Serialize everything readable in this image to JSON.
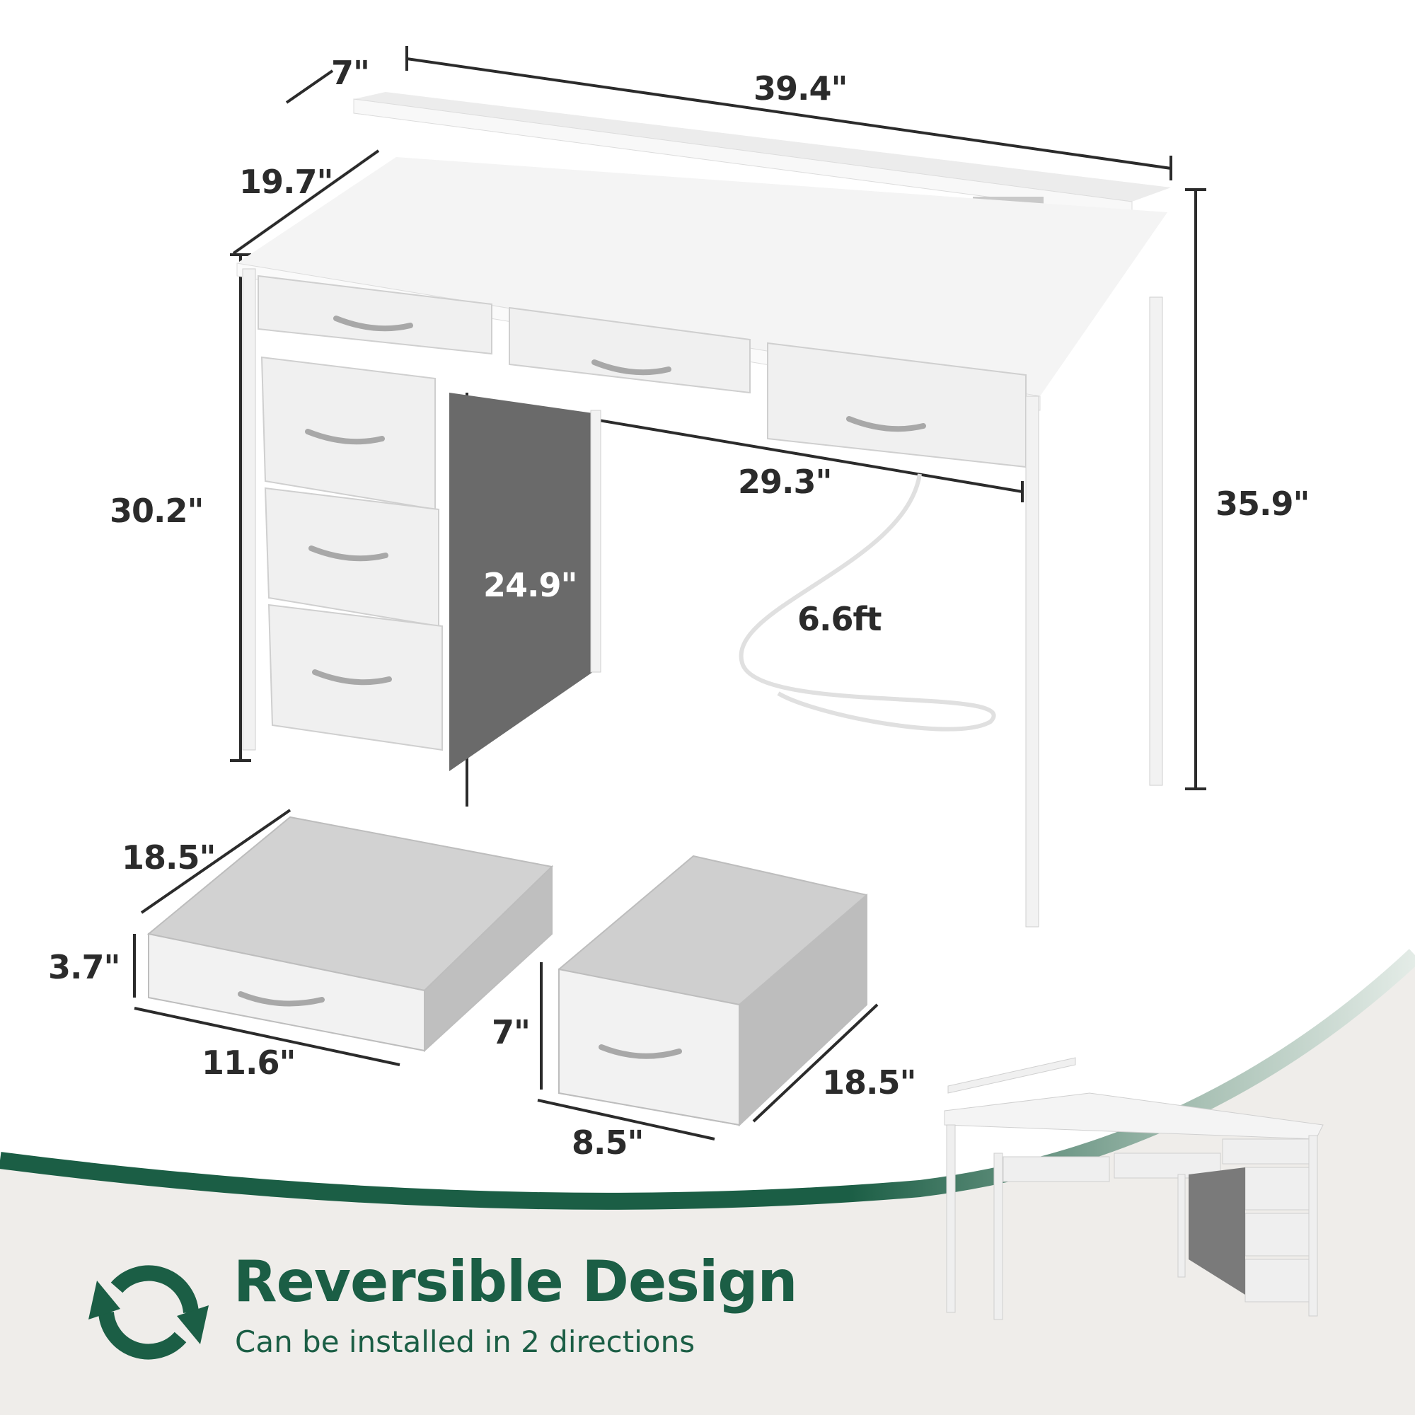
{
  "dimensions": {
    "shelf_depth": "7\"",
    "overall_width": "39.4\"",
    "desk_depth": "19.7\"",
    "desk_height": "30.2\"",
    "overall_height": "35.9\"",
    "knee_width": "29.3\"",
    "knee_height": "24.9\"",
    "cord_length": "6.6ft",
    "small_drawer": {
      "depth": "18.5\"",
      "height": "3.7\"",
      "width": "11.6\""
    },
    "large_drawer": {
      "height": "7\"",
      "width": "8.5\"",
      "depth": "18.5\""
    }
  },
  "feature": {
    "icon": "reverse-arrows-icon",
    "title": "Reversible Design",
    "subtitle": "Can be installed in 2 directions"
  },
  "colors": {
    "brand_green": "#1b5e45",
    "footer_bg": "#efedea",
    "dim_text": "#2b2b2b"
  }
}
